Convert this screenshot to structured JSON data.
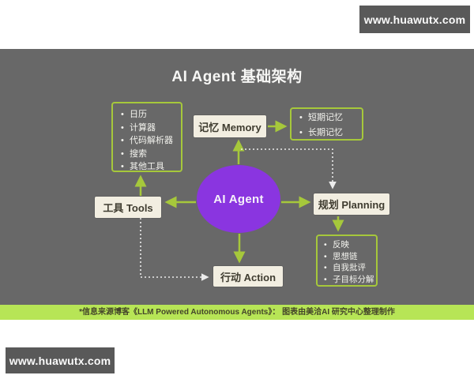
{
  "watermarks": {
    "top": "www.huawutx.com",
    "bottom": "www.huawutx.com"
  },
  "diagram": {
    "title": "AI Agent 基础架构",
    "center": {
      "label": "AI Agent",
      "color": "#8a35e0"
    },
    "nodes": {
      "memory": "记忆 Memory",
      "tools": "工具 Tools",
      "planning": "规划 Planning",
      "action": "行动 Action"
    },
    "lists": {
      "tools_items": [
        "日历",
        "计算器",
        "代码解析器",
        "搜索",
        "其他工具"
      ],
      "memory_items": [
        "短期记忆",
        "长期记忆"
      ],
      "planning_items": [
        "反映",
        "思想链",
        "自我批评",
        "子目标分解"
      ]
    },
    "footer": "*信息来源博客《LLM Powered Autonomous Agents》： 图表由美洽AI 研究中心整理制作",
    "colors": {
      "panel_bg": "#686868",
      "accent_green": "#a6c83b",
      "footer_bg": "#b7e556",
      "node_bg": "#f2eee1",
      "watermark_bg": "#595959"
    }
  }
}
